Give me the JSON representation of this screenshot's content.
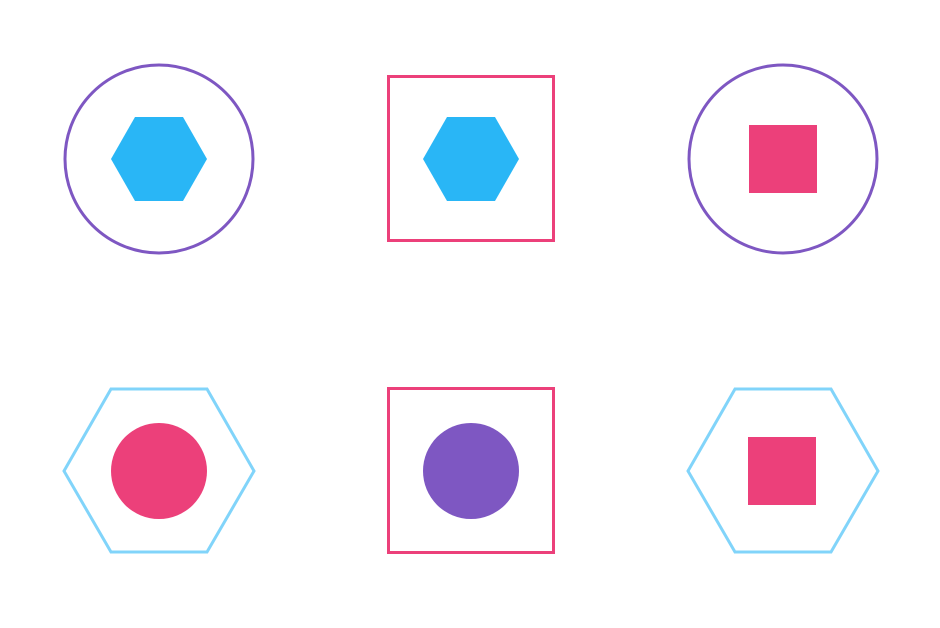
{
  "colors": {
    "background": "#ffffff",
    "purple": "#7e57c2",
    "pink": "#ec407a",
    "sky": "#29b6f6",
    "light_sky": "#81d4fa"
  },
  "grid": {
    "rows": 2,
    "columns": 3
  },
  "tiles": [
    {
      "outer": "circle",
      "outer_color": "purple",
      "inner": "hexagon",
      "inner_color": "sky"
    },
    {
      "outer": "square",
      "outer_color": "pink",
      "inner": "hexagon",
      "inner_color": "sky"
    },
    {
      "outer": "circle",
      "outer_color": "purple",
      "inner": "square",
      "inner_color": "pink"
    },
    {
      "outer": "hexagon",
      "outer_color": "light_sky",
      "inner": "circle",
      "inner_color": "pink"
    },
    {
      "outer": "square",
      "outer_color": "pink",
      "inner": "circle",
      "inner_color": "purple"
    },
    {
      "outer": "hexagon",
      "outer_color": "light_sky",
      "inner": "square",
      "inner_color": "pink"
    }
  ]
}
